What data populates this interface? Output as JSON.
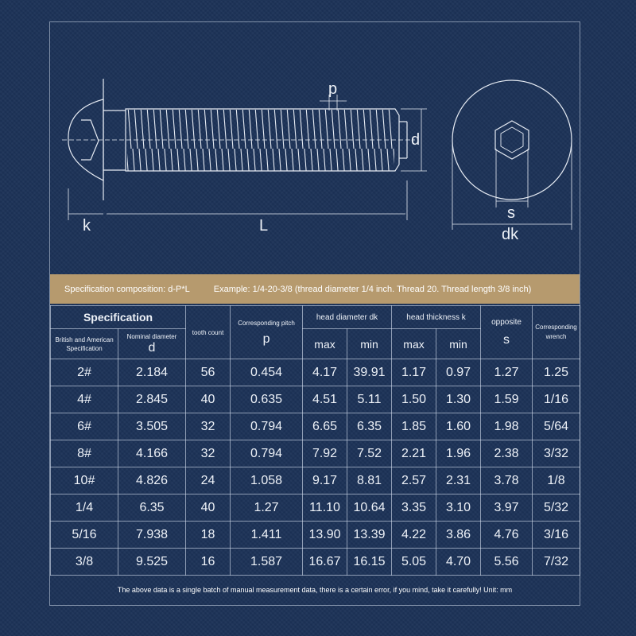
{
  "diagram": {
    "labels": {
      "pitch": "p",
      "diameter": "d",
      "head_thickness": "k",
      "length": "L",
      "socket": "s",
      "head_diameter": "dk"
    }
  },
  "banner": {
    "composition": "Specification composition: d-P*L",
    "example": "Example: 1/4-20-3/8 (thread diameter 1/4 inch. Thread 20. Thread length 3/8 inch)"
  },
  "table": {
    "header": {
      "specification": "Specification",
      "british_american": "British and American Specification",
      "nominal_diameter": "Nominal diameter",
      "nominal_symbol": "d",
      "tooth_count": "tooth count",
      "pitch": "Corresponding pitch",
      "pitch_symbol": "p",
      "head_diameter": "head diameter dk",
      "head_thickness": "head thickness k",
      "opposite": "opposite",
      "opposite_symbol": "s",
      "wrench": "Corresponding wrench",
      "max": "max",
      "min": "min"
    },
    "rows": [
      [
        "2#",
        "2.184",
        "56",
        "0.454",
        "4.17",
        "39.91",
        "1.17",
        "0.97",
        "1.27",
        "1.25"
      ],
      [
        "4#",
        "2.845",
        "40",
        "0.635",
        "4.51",
        "5.11",
        "1.50",
        "1.30",
        "1.59",
        "1/16"
      ],
      [
        "6#",
        "3.505",
        "32",
        "0.794",
        "6.65",
        "6.35",
        "1.85",
        "1.60",
        "1.98",
        "5/64"
      ],
      [
        "8#",
        "4.166",
        "32",
        "0.794",
        "7.92",
        "7.52",
        "2.21",
        "1.96",
        "2.38",
        "3/32"
      ],
      [
        "10#",
        "4.826",
        "24",
        "1.058",
        "9.17",
        "8.81",
        "2.57",
        "2.31",
        "3.78",
        "1/8"
      ],
      [
        "1/4",
        "6.35",
        "40",
        "1.27",
        "11.10",
        "10.64",
        "3.35",
        "3.10",
        "3.97",
        "5/32"
      ],
      [
        "5/16",
        "7.938",
        "18",
        "1.411",
        "13.90",
        "13.39",
        "4.22",
        "3.86",
        "4.76",
        "3/16"
      ],
      [
        "3/8",
        "9.525",
        "16",
        "1.587",
        "16.67",
        "16.15",
        "5.05",
        "4.70",
        "5.56",
        "7/32"
      ]
    ]
  },
  "footer": {
    "note": "The above data is a single batch of manual measurement data, there is a certain error, if you mind, take it carefully! Unit: mm"
  }
}
